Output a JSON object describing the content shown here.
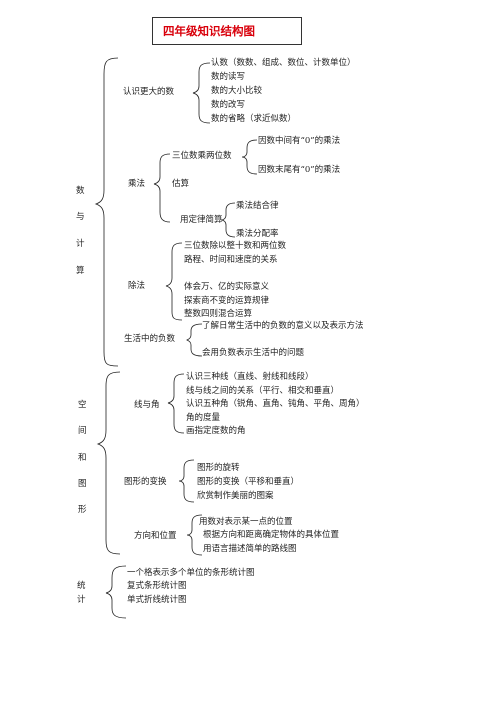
{
  "title": "四年级知识结构图",
  "sections": {
    "arithmetic": {
      "label_chars": [
        "数",
        "与",
        "计",
        "算"
      ],
      "big_numbers": {
        "label": "认识更大的数",
        "items": [
          "认数（数数、组成、数位、计数单位）",
          "数的读写",
          "数的大小比较",
          "数的改写",
          "数的省略（求近似数）"
        ]
      },
      "multiplication": {
        "label": "乘法",
        "three_by_two": {
          "label": "三位数乘两位数",
          "items": [
            "因数中间有“0”的乘法",
            "因数末尾有“0”的乘法"
          ]
        },
        "estimate": "估算",
        "simplify": {
          "label": "用定律简算",
          "items": [
            "乘法结合律",
            "乘法分配率"
          ]
        }
      },
      "division": {
        "label": "除法",
        "items": [
          "三位数除以整十数和两位数",
          "路程、时间和速度的关系",
          "体会万、亿的实际意义",
          "探索商不变的运算规律",
          "整数四则混合运算"
        ]
      },
      "negatives": {
        "label": "生活中的负数",
        "items": [
          "了解日常生活中的负数的意义以及表示方法",
          "会用负数表示生活中的问题"
        ]
      }
    },
    "geometry": {
      "label_chars": [
        "空",
        "间",
        "和",
        "图",
        "形"
      ],
      "lines_angles": {
        "label": "线与角",
        "items": [
          "认识三种线（直线、射线和线段）",
          "线与线之间的关系（平行、相交和垂直）",
          "认识五种角（锐角、直角、钝角、平角、周角）",
          "角的度量",
          "画指定度数的角"
        ]
      },
      "transform": {
        "label": "图形的变换",
        "items": [
          "图形的旋转",
          "图形的变换（平移和垂直）",
          "欣赏制作美丽的图案"
        ]
      },
      "position": {
        "label": "方向和位置",
        "items": [
          "用数对表示某一点的位置",
          "根据方向和距离确定物体的具体位置",
          "用语言描述简单的路线图"
        ]
      }
    },
    "statistics": {
      "label_chars": [
        "统",
        "计"
      ],
      "items": [
        "一个格表示多个单位的条形统计图",
        "复式条形统计图",
        "单式折线统计图"
      ]
    }
  }
}
